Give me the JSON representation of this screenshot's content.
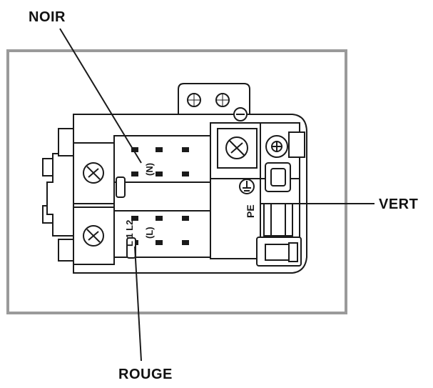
{
  "callouts": {
    "black_wire": "NOIR",
    "red_wire": "ROUGE",
    "green_wire": "VERT"
  },
  "terminal_marks": {
    "neutral": "(N)",
    "line": "(L)",
    "line_numbers": "L 1 L2",
    "earth": "PE"
  },
  "colors": {
    "outline": "#1a1a1a",
    "enclosure": "#9a9a9a",
    "background": "#ffffff"
  }
}
